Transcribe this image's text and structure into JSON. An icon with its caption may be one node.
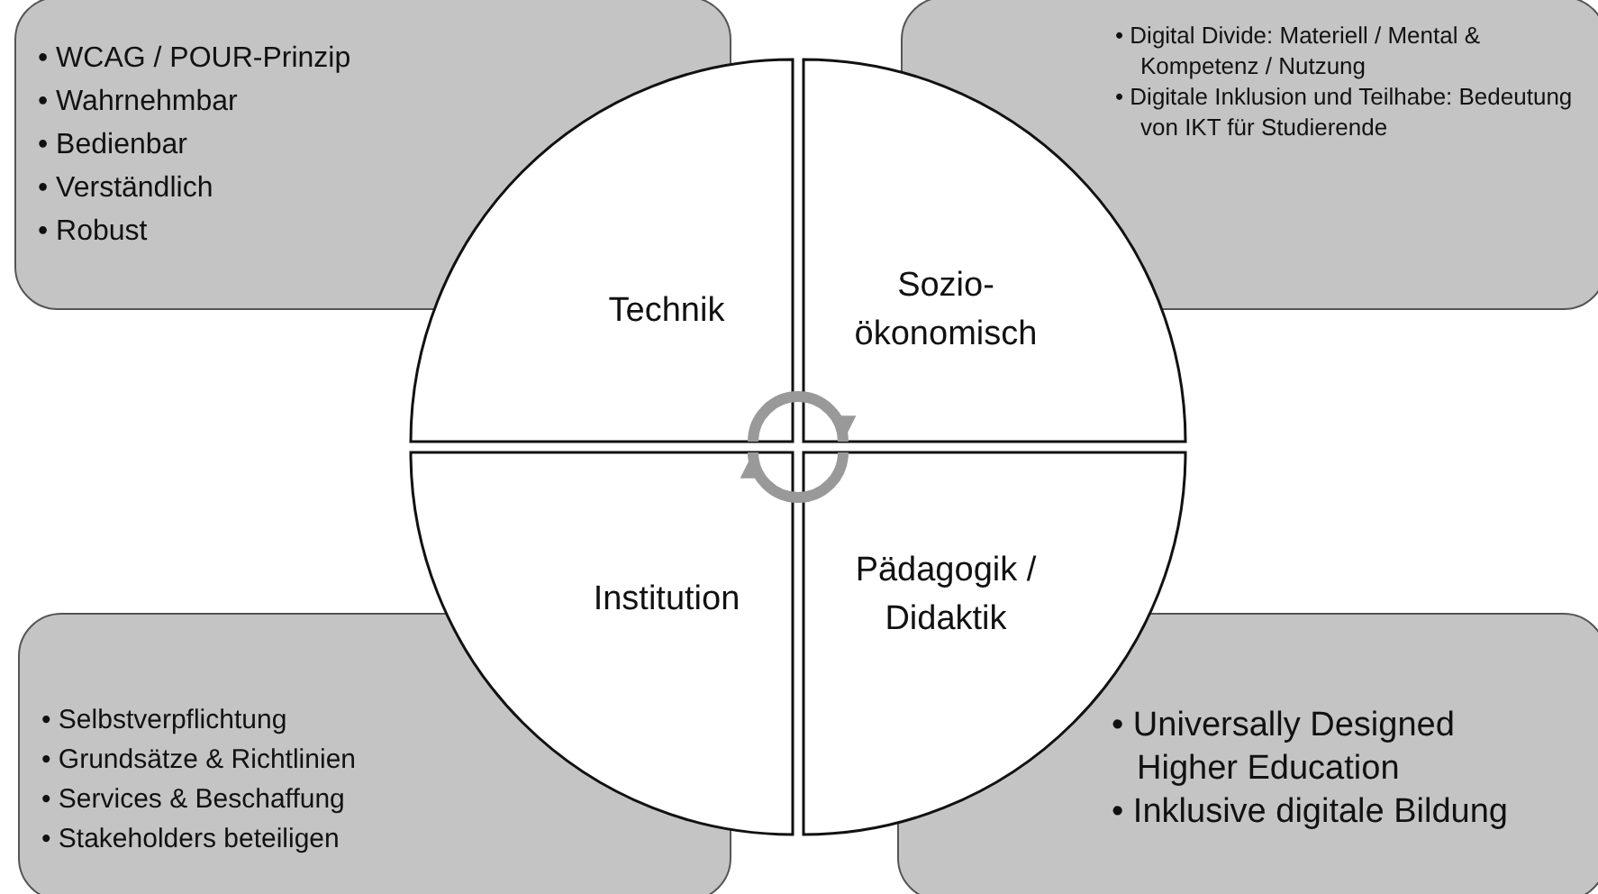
{
  "diagram": {
    "nodes": [
      {
        "text": [
          "• WCAG / POUR-Prinzip",
          "• Wahrnehmbar",
          "• Bedienbar",
          "• Verständlich",
          "• Robust"
        ]
      },
      {
        "text": [
          "• Digital Divide: Materiell / Mental & Kompetenz / Nutzung",
          "• Digitale Inklusion und Teilhabe: Bedeutung von IKT für Studierende"
        ]
      },
      {
        "text": [
          "Technik"
        ]
      },
      {
        "text": [
          "Sozio-ökonomisch"
        ]
      },
      {
        "text": [
          "Institution"
        ]
      },
      {
        "text": [
          "Pädagogik / Didaktik"
        ]
      },
      {
        "text": [
          "• Selbstverpflichtung",
          "• Grundsätze & Richtlinien",
          "• Services & Beschaffung",
          "• Stakeholders beteiligen"
        ]
      },
      {
        "text": [
          "• Universally Designed Higher Education",
          "• Inklusive digitale Bildung"
        ]
      }
    ],
    "edges": [
      {
        "from": 2,
        "to": 3,
        "arrow": "to"
      },
      {
        "from": 5,
        "to": 4,
        "arrow": "to"
      }
    ]
  }
}
